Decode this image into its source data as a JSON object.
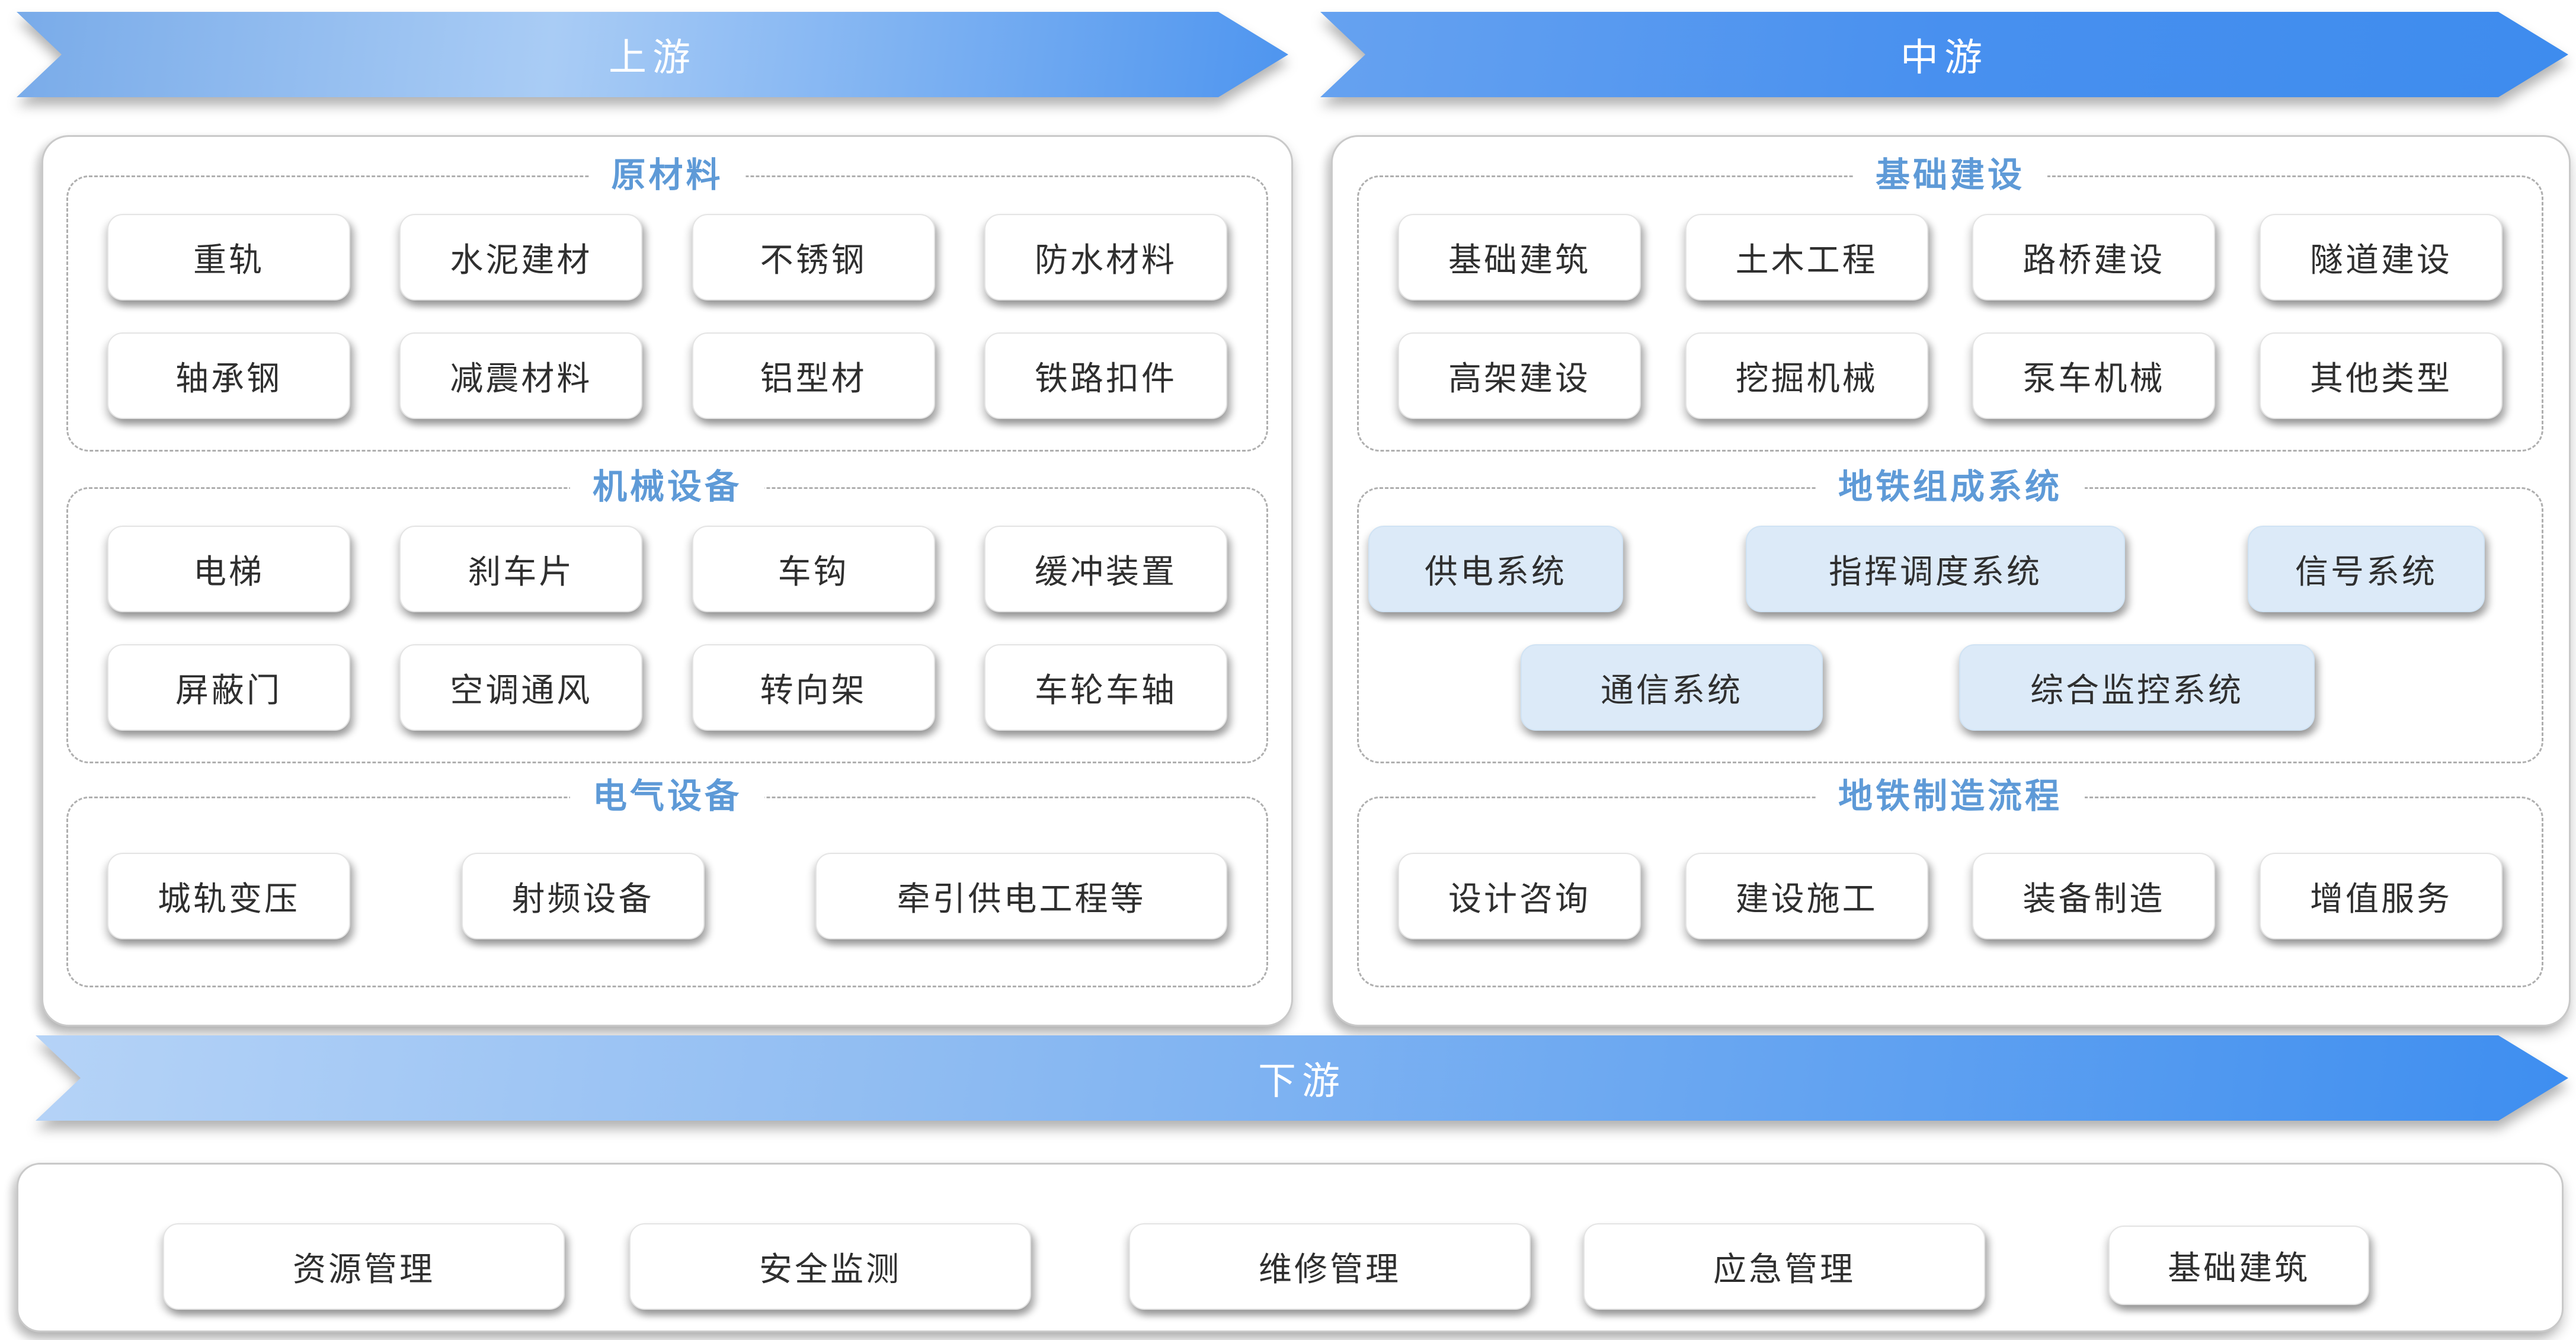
{
  "banners": {
    "upstream": "上游",
    "midstream": "中游",
    "downstream": "下游"
  },
  "upstream_panel": {
    "sections": [
      {
        "title": "原材料",
        "chips": [
          "重轨",
          "水泥建材",
          "不锈钢",
          "防水材料",
          "轴承钢",
          "减震材料",
          "铝型材",
          "铁路扣件"
        ]
      },
      {
        "title": "机械设备",
        "chips": [
          "电梯",
          "刹车片",
          "车钩",
          "缓冲装置",
          "屏蔽门",
          "空调通风",
          "转向架",
          "车轮车轴"
        ]
      },
      {
        "title": "电气设备",
        "chips": [
          "城轨变压",
          "射频设备",
          "牵引供电工程等"
        ]
      }
    ]
  },
  "midstream_panel": {
    "sections": [
      {
        "title": "基础建设",
        "chips": [
          "基础建筑",
          "土木工程",
          "路桥建设",
          "隧道建设",
          "高架建设",
          "挖掘机械",
          "泵车机械",
          "其他类型"
        ]
      },
      {
        "title": "地铁组成系统",
        "row1": [
          "供电系统",
          "指挥调度系统",
          "信号系统"
        ],
        "row2": [
          "通信系统",
          "综合监控系统"
        ]
      },
      {
        "title": "地铁制造流程",
        "chips": [
          "设计咨询",
          "建设施工",
          "装备制造",
          "增值服务"
        ]
      }
    ]
  },
  "downstream_panel": {
    "chips": [
      "资源管理",
      "安全监测",
      "维修管理",
      "应急管理",
      "基础建筑"
    ]
  },
  "colors": {
    "banner_blue": "#3E8EF0",
    "banner_light_blue": "#A9CCF5",
    "section_title_blue": "#5E9AD7",
    "system_chip_bg": "#DCEAF8",
    "panel_border": "#C9C9C9",
    "dashed_border": "#AFAFAF",
    "chip_text": "#2F2F2F"
  }
}
